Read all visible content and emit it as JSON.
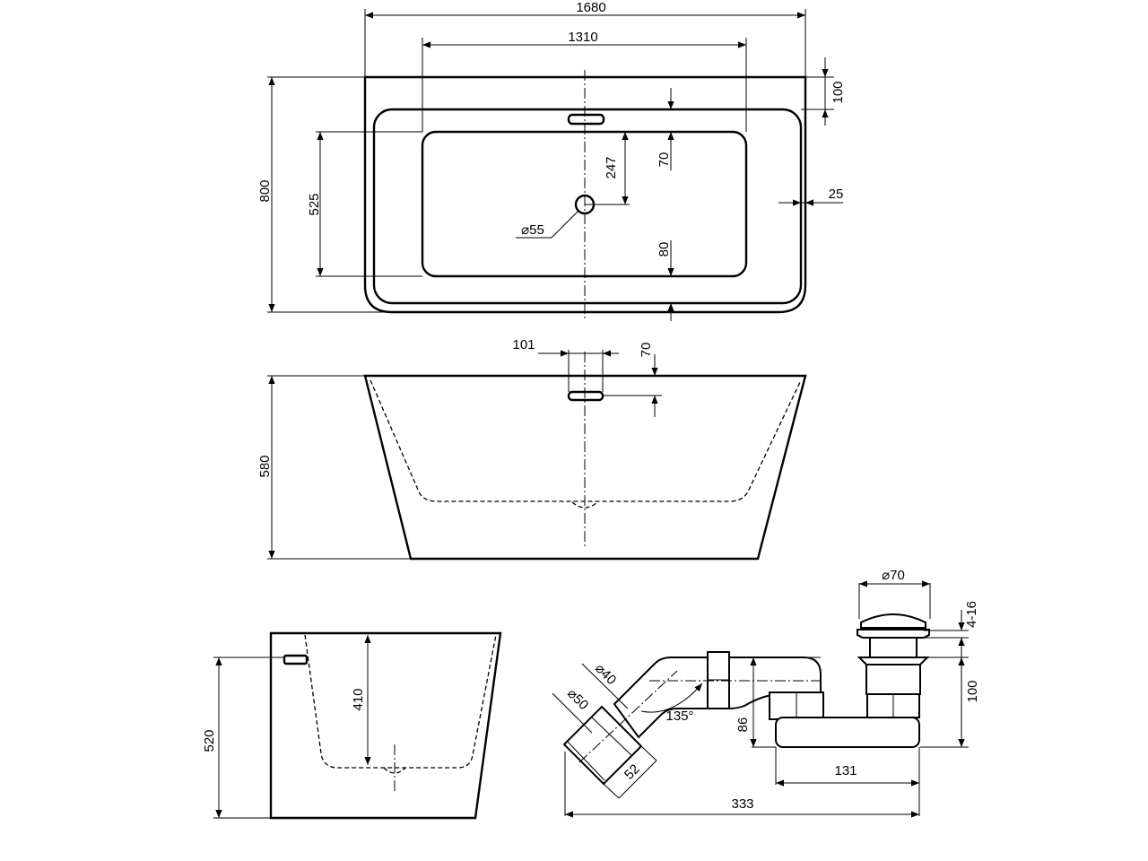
{
  "top_view": {
    "overall_length": "1680",
    "inner_length": "1310",
    "rim_back": "100",
    "rim_top_inner": "70",
    "drain_offset": "247",
    "rim_side": "25",
    "rim_bottom_inner": "80",
    "inner_width": "525",
    "overall_width": "800",
    "drain_diameter": "⌀55"
  },
  "front_view": {
    "overflow_width": "101",
    "overflow_depth": "70",
    "height": "580"
  },
  "side_view": {
    "inner_depth": "410",
    "overflow_height": "520"
  },
  "drain_assembly": {
    "plug_diameter": "⌀70",
    "plug_lift": "4-16",
    "plug_height": "100",
    "pipe_diameter_40": "⌀40",
    "pipe_diameter_50": "⌀50",
    "elbow_angle": "135°",
    "trap_height": "86",
    "outlet_length": "52",
    "trap_length": "131",
    "total_length": "333"
  }
}
